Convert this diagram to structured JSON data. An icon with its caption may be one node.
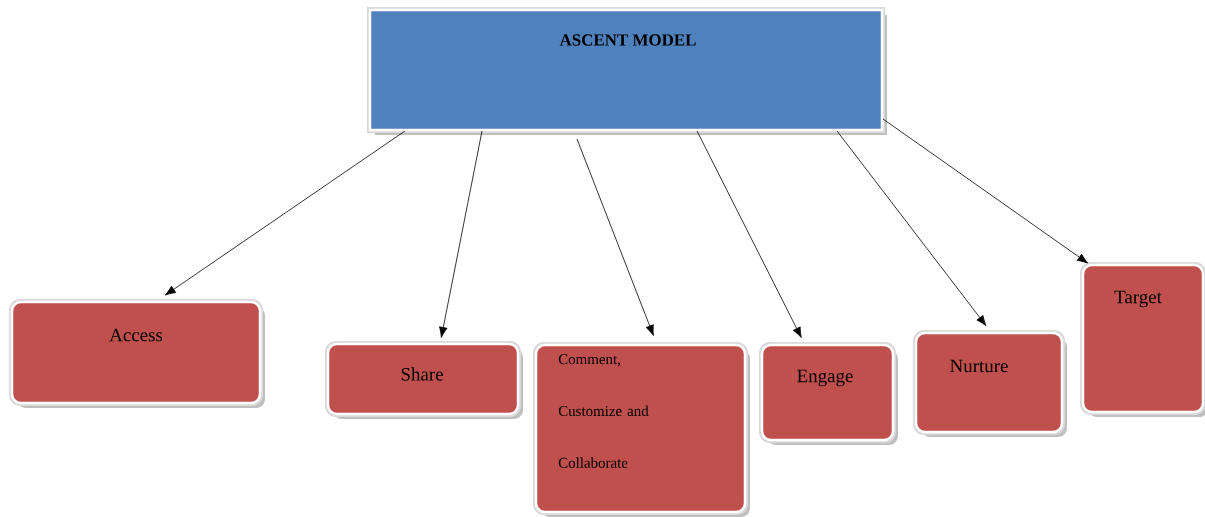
{
  "diagram": {
    "nodes": [
      {
        "text": [
          "ASCENT MODEL"
        ]
      },
      {
        "text": [
          "Access"
        ]
      },
      {
        "text": [
          "Share"
        ]
      },
      {
        "text": [
          "Comment, Customize and Collaborate"
        ]
      },
      {
        "text": [
          "Engage"
        ]
      },
      {
        "text": [
          "Nurture"
        ]
      },
      {
        "text": [
          "Target"
        ]
      }
    ],
    "edges": [
      {
        "from": 0,
        "to": 1,
        "arrow": "to"
      },
      {
        "from": 0,
        "to": 2,
        "arrow": "to"
      },
      {
        "from": 0,
        "to": 3,
        "arrow": "to"
      },
      {
        "from": 0,
        "to": 4,
        "arrow": "to"
      },
      {
        "from": 0,
        "to": 5,
        "arrow": "to"
      },
      {
        "from": 0,
        "to": 6,
        "arrow": "to"
      }
    ]
  }
}
